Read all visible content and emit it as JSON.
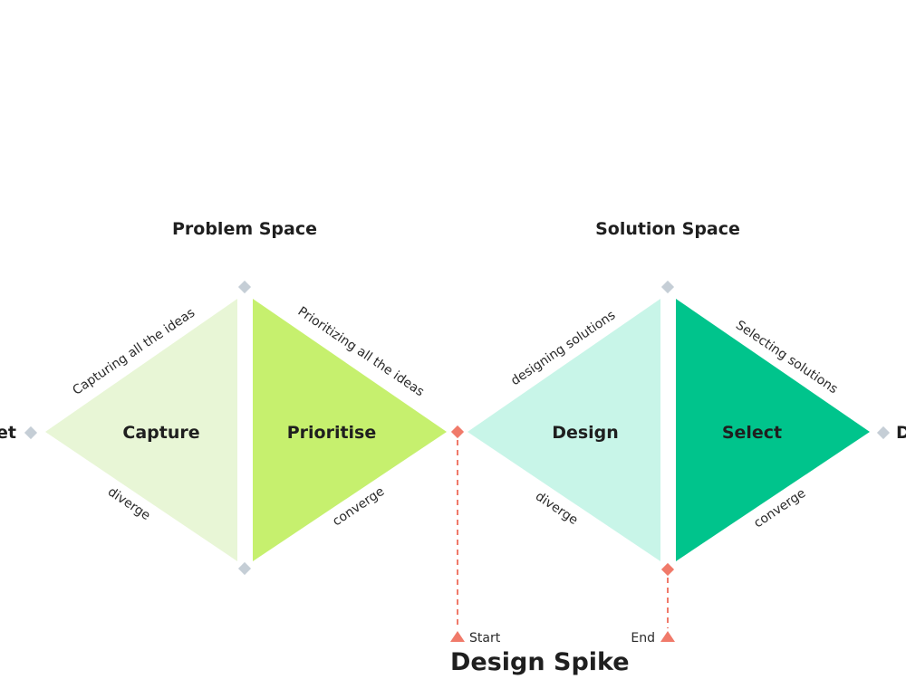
{
  "sections": {
    "problem": "Problem Space",
    "solution": "Solution Space"
  },
  "phases": {
    "capture": "Capture",
    "prioritise": "Prioritise",
    "design": "Design",
    "select": "Select"
  },
  "edges": {
    "capturing": "Capturing all the ideas",
    "diverge1": "diverge",
    "prioritizing": "Prioritizing all the ideas",
    "converge1": "converge",
    "designing": "designing solutions",
    "diverge2": "diverge",
    "selecting": "Selecting solutions",
    "converge2": "converge"
  },
  "edge_cut_labels": {
    "left": "et",
    "right": "D"
  },
  "spike": {
    "start": "Start",
    "end": "End",
    "title": "Design Spike"
  },
  "colors": {
    "capture_fill": "#e8f6d6",
    "prioritise_fill": "#c6f06e",
    "design_fill": "#c8f5e8",
    "select_fill": "#00c48c",
    "node_gray": "#c5ced6",
    "spike_red": "#f07a6a"
  }
}
